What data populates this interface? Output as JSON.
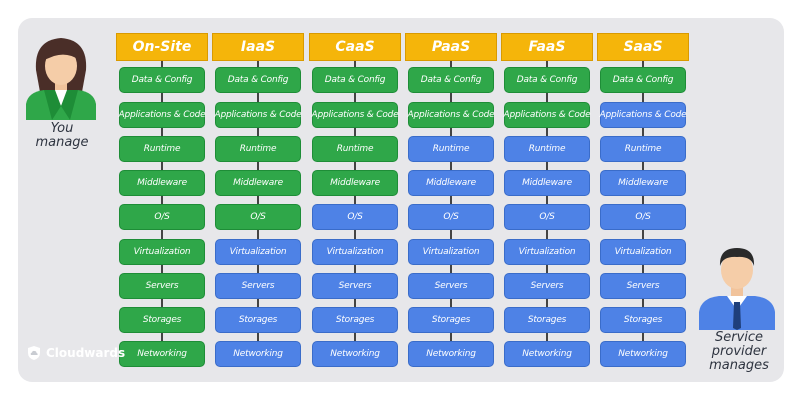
{
  "colors": {
    "managed_by_you": "#2fa749",
    "managed_by_provider": "#4e82e6",
    "header": "#f5b50a",
    "panel": "#e7e7ea"
  },
  "left_actor": {
    "icon": "woman-user-icon",
    "caption_line1": "You",
    "caption_line2": "manage"
  },
  "right_actor": {
    "icon": "man-user-icon",
    "caption_line1": "Service",
    "caption_line2": "provider",
    "caption_line3": "manages"
  },
  "brand": {
    "icon": "cloud-shield-icon",
    "name": "Cloudwards"
  },
  "layers": [
    "Data & Config",
    "Applications & Code",
    "Runtime",
    "Middleware",
    "O/S",
    "Virtualization",
    "Servers",
    "Storages",
    "Networking"
  ],
  "models": [
    {
      "name": "On-Site",
      "you_manage_count": 9
    },
    {
      "name": "IaaS",
      "you_manage_count": 5
    },
    {
      "name": "CaaS",
      "you_manage_count": 4
    },
    {
      "name": "PaaS",
      "you_manage_count": 2
    },
    {
      "name": "FaaS",
      "you_manage_count": 2
    },
    {
      "name": "SaaS",
      "you_manage_count": 1
    }
  ]
}
